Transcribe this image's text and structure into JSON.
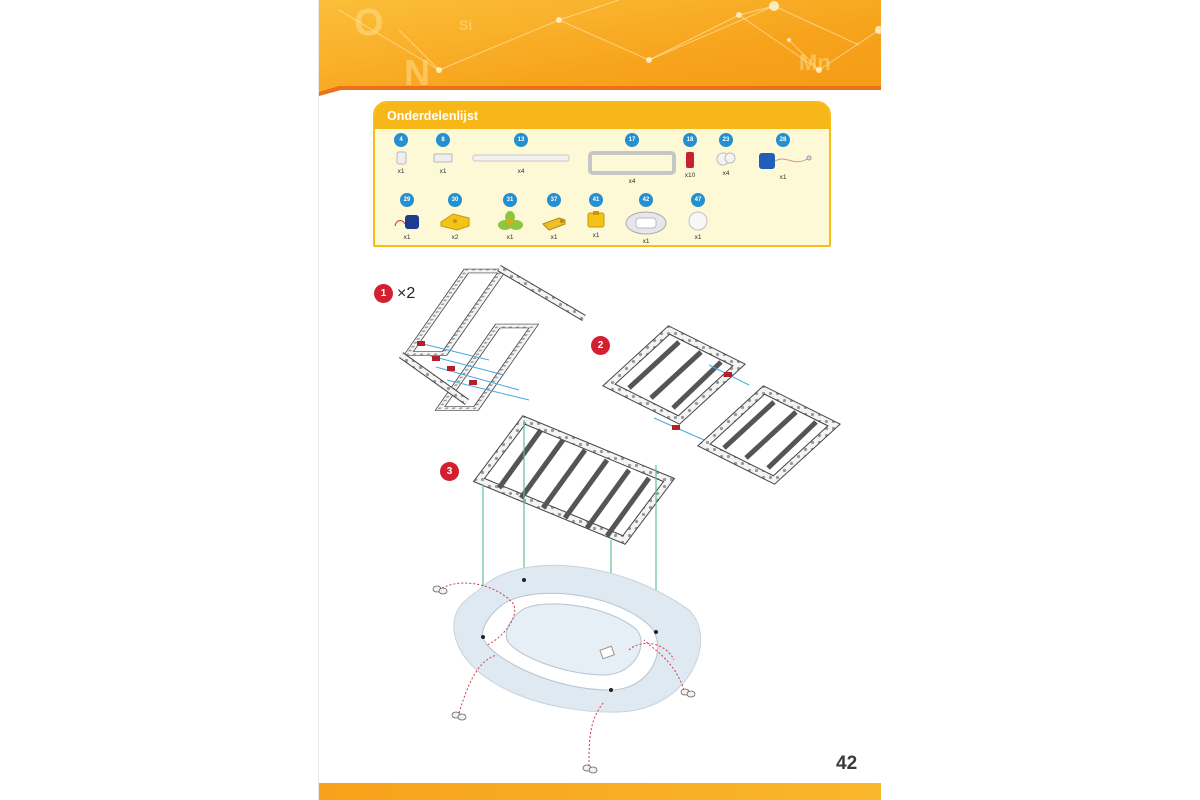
{
  "parts_list": {
    "title": "Onderdelenlijst",
    "row1": [
      {
        "num": "4",
        "qty": "x1"
      },
      {
        "num": "8",
        "qty": "x1"
      },
      {
        "num": "13",
        "qty": "x4"
      },
      {
        "num": "17",
        "qty": "x4"
      },
      {
        "num": "18",
        "qty": "x10"
      },
      {
        "num": "23",
        "qty": "x4"
      },
      {
        "num": "28",
        "qty": "x1"
      }
    ],
    "row2": [
      {
        "num": "29",
        "qty": "x1"
      },
      {
        "num": "30",
        "qty": "x2"
      },
      {
        "num": "31",
        "qty": "x1"
      },
      {
        "num": "37",
        "qty": "x1"
      },
      {
        "num": "41",
        "qty": "x1"
      },
      {
        "num": "42",
        "qty": "x1"
      },
      {
        "num": "47",
        "qty": "x1"
      }
    ]
  },
  "steps": [
    {
      "num": "1",
      "multiplier": "×2"
    },
    {
      "num": "2"
    },
    {
      "num": "3"
    }
  ],
  "page_number": "42",
  "colors": {
    "banner_orange": "#f7a21a",
    "parts_header": "#f7b718",
    "part_badge": "#2490cf",
    "step_badge": "#d31f2f"
  }
}
